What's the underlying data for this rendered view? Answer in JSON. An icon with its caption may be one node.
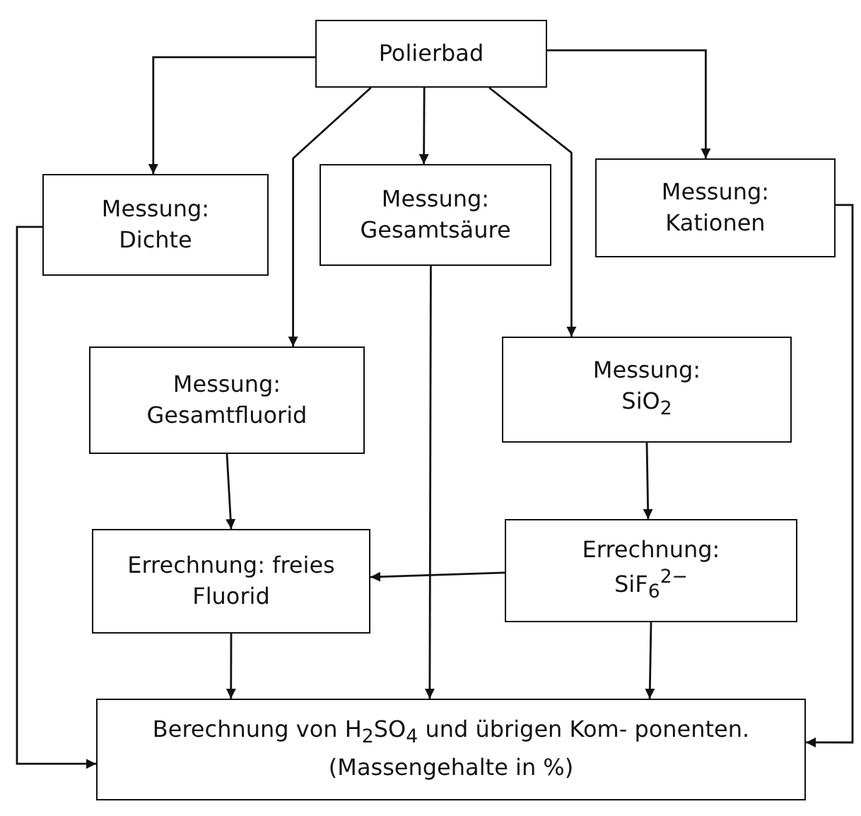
{
  "diagram": {
    "nodes": [
      {
        "text": [
          "Polierbad"
        ]
      },
      {
        "text": [
          "Messung: Dichte"
        ]
      },
      {
        "text": [
          "Messung: Gesamtsäure"
        ]
      },
      {
        "text": [
          "Messung: Kationen"
        ]
      },
      {
        "text": [
          "Messung: Gesamtfluorid"
        ]
      },
      {
        "text": [
          "Messung: SiO$_{2}$"
        ]
      },
      {
        "text": [
          "Errechnung: freies Fluorid"
        ]
      },
      {
        "text": [
          "Errechnung: SiF$_{6}$$^{2−}$"
        ]
      },
      {
        "text": [
          "Berechnung von H$_{2}$SO$_{4}$ und übrigen Kom- ponenten. (Massengehalte in %)"
        ]
      }
    ],
    "edges": [
      {
        "from": 0,
        "to": 1,
        "arrow": "to"
      },
      {
        "from": 0,
        "to": 4,
        "arrow": "to"
      },
      {
        "from": 0,
        "to": 2,
        "arrow": "to"
      },
      {
        "from": 0,
        "to": 5,
        "arrow": "to"
      },
      {
        "from": 0,
        "to": 3,
        "arrow": "to"
      },
      {
        "from": 1,
        "to": 8,
        "arrow": "to"
      },
      {
        "from": 2,
        "to": 8,
        "arrow": "to"
      },
      {
        "from": 3,
        "to": 8,
        "arrow": "to"
      },
      {
        "from": 4,
        "to": 6,
        "arrow": "to"
      },
      {
        "from": 5,
        "to": 7,
        "arrow": "to"
      },
      {
        "from": 7,
        "to": 6,
        "arrow": "to"
      },
      {
        "from": 6,
        "to": 8,
        "arrow": "to"
      },
      {
        "from": 7,
        "to": 8,
        "arrow": "to"
      }
    ]
  }
}
